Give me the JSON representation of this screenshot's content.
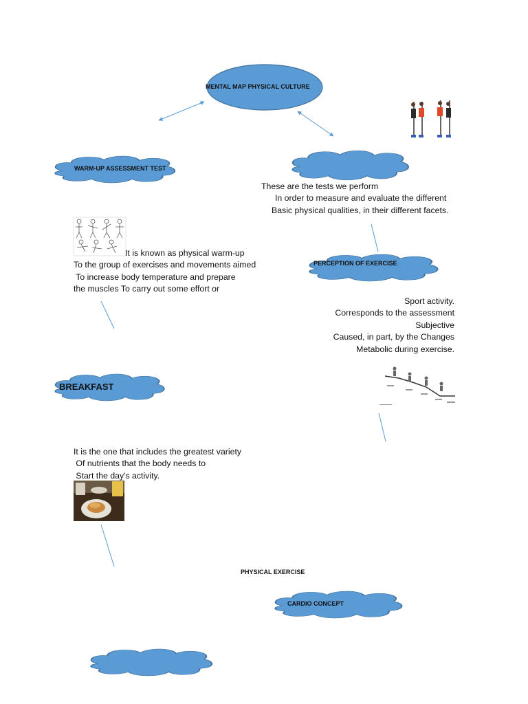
{
  "nodes": {
    "main": "MENTAL MAP PHYSICAL CULTURE",
    "warmup_test": "WARM-UP ASSESSMENT TEST",
    "perception": "PERCEPTION OF EXERCISE",
    "breakfast": "BREAKFAST",
    "physical_exercise": "PHYSICAL EXERCISE",
    "cardio": "CARDIO CONCEPT"
  },
  "texts": {
    "tests": [
      "These are the tests we perform",
      "In order to measure and evaluate the different",
      "Basic physical qualities, in their different facets."
    ],
    "warmup": [
      "It is known as physical warm-up",
      "To the group of exercises and movements aimed",
      " To increase body temperature and prepare",
      "the muscles To carry out some effort or"
    ],
    "perception": [
      "Sport activity.",
      "Corresponds to the assessment",
      "Subjective",
      "Caused, in part, by the Changes",
      "Metabolic during exercise."
    ],
    "breakfast": [
      "It is the one that includes the greatest variety",
      " Of nutrients that the body needs to",
      " Start the day's activity."
    ]
  },
  "colors": {
    "shape_fill": "#5b9bd5",
    "shape_stroke": "#41719c",
    "connector": "#5b9bd5"
  }
}
